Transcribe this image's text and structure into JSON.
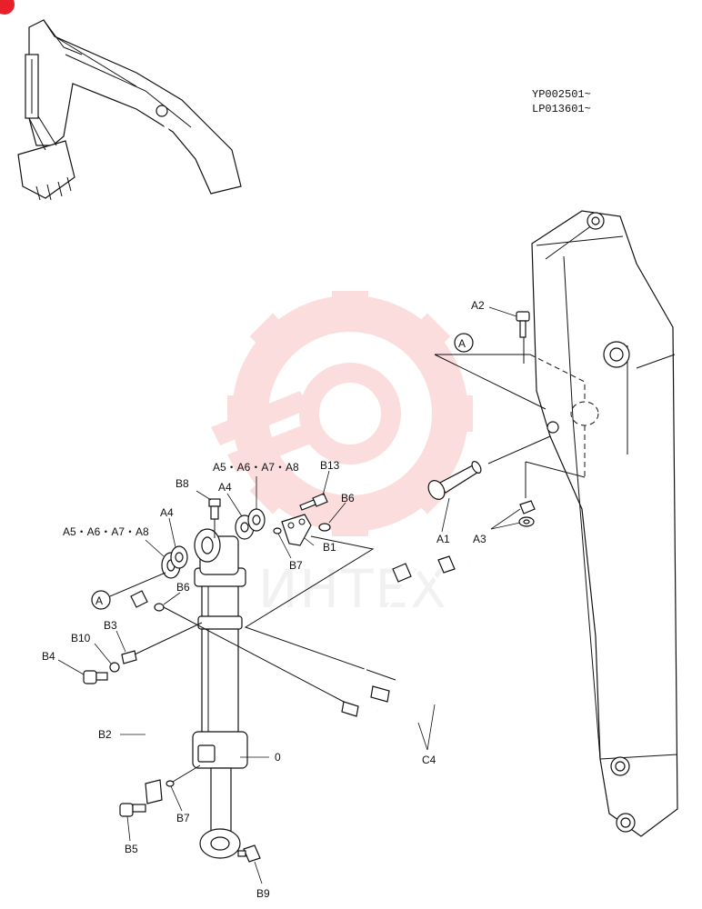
{
  "serials": [
    "YP002501~",
    "LP013601~"
  ],
  "watermark": {
    "text": "ИНТЕХ",
    "color": "#f5a0a0"
  },
  "callouts": {
    "a_top": "A",
    "a_left": "A",
    "a2": "A2",
    "a1": "A1",
    "a3": "A3",
    "a4_left": "A4",
    "a4_mid": "A4",
    "a5_group_left": "A5・A6・A7・A8",
    "a5_group_top": "A5・A6・A7・A8",
    "b13": "B13",
    "b6_top": "B6",
    "b6_left": "B6",
    "b8": "B8",
    "b1": "B1",
    "b7_top": "B7",
    "b7_bottom": "B7",
    "b3": "B3",
    "b10": "B10",
    "b4": "B4",
    "b2": "B2",
    "b5": "B5",
    "b9": "B9",
    "zero": "0",
    "c4": "C4"
  },
  "colors": {
    "line": "#111111",
    "badge": "#e8202a"
  }
}
